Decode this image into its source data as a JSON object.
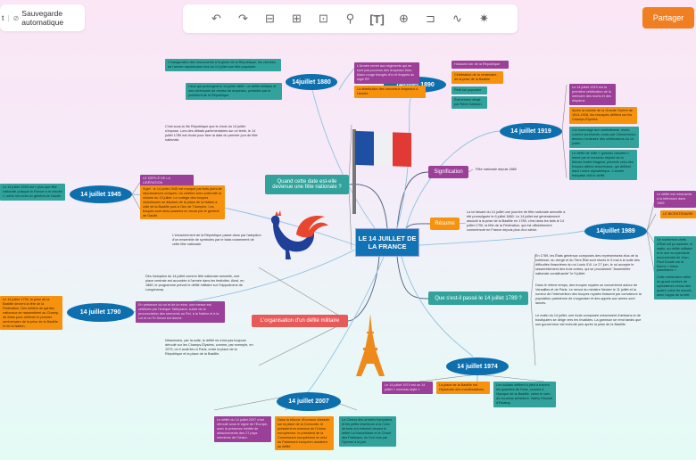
{
  "toolbar": {
    "title_fragment": "t",
    "autosave": "Sauvegarde automatique",
    "share": "Partager"
  },
  "center": "LE 14 JUILLET DE LA FRANCE",
  "topics": {
    "quand": "Quand cette date est-elle devenue une fête nationale ?",
    "signification": "Signification",
    "resume": "Résumé",
    "que": "Que s'est-il passé le 14 juillet 1789 ?",
    "defile": "L'organisation d'un défilé militaire"
  },
  "dates": {
    "d1880": "14juillet 1880",
    "d1890": "14juillet 1890",
    "d1919": "14 juillet 1919",
    "d1945": "14 juillet 1945",
    "d1989": "14juillet 1989",
    "d1790": "14 juillet 1790",
    "d1974": "14 juillet 1974",
    "d2007": "14 juillet 2007"
  },
  "texts": {
    "signif": "Fête nationale depuis 1880",
    "resume": "La loi faisant du 14 juillet une journée de fête nationale annuelle a été promulguée le 6 juillet 1880. Le 14 juillet est généralement associé à la prise de la Bastille en 1789, c'est dans les faits le 14 juillet 1790, la fête de la Fédération, qui est officiellement commémoré en France depuis plus d'un siècle.",
    "que1": "En 1789, les États généraux composés des représentants élus de la noblesse, du clergé et du Tiers État sont réunis le 5 mai à la suite des difficultés financières du roi Louis XVI. Le 27 juin, le roi accepte le rassemblement des trois ordres, qui se proclament \"Assemblée nationale constituante\" le 9 juillet.",
    "que2": "Dans le même temps, des troupes royales se concentrent autour de Versailles et de Paris. Le renvoi du ministre Necker le 11 juillet et la rumeur de l'intervention des troupes royales finissent par convaincre la population parisienne de s'organiser et des appels aux armes sont lancés.",
    "que3": "Le matin du 14 juillet, une foule composée notamment d'artisans et de boutiquiers se dirige vers les Invalides. La garnison se rend tandis que son gouverneur est exécuté peu après la prise de la Bastille.",
    "quand1": "C'est sous la IIIe République que le choix du 14 juillet s'impose. Lors des débats parlementaires sur ce texte, le 14 juillet 1789 est choisi pour fixer la date du premier jour de fête nationale.",
    "quand2": "L'enracinement de la République passe alors par l'adoption d'un ensemble de symboles par le biais notamment de cette fête nationale.",
    "defile1": "Dès l'adoption du 14 juillet comme fête nationale annuelle, une place centrale est accordée à l'armée dans les festivités. Ainsi, en 1880, le programme prévoit le défilé militaire sur l'hippodrome de Longchamp.",
    "defile2": "Néanmoins, par la suite, le défilé ne s'est pas toujours déroulé sur les Champs-Élysées, comme, par exemple, en 1979, où il avait lieu à Paris, entre la place de la République et la place de la Bastille.",
    "b1880a": "L'inauguration des monuments à la gloire de la République, les victoires de l'armée républicaine font du 14 juillet une fête populaire.",
    "b1880b": "Ceux qui prolongent le 14 juillet 1880 : un défilé militaire et une cérémonie de remise de drapeaux, présidée par le président de la République.",
    "b1890a": "L'Armée remet aux régiments qui ne sont pas pourvus des drapeaux bleu-blanc-rouge frangés d'or et frappés du sigle RF.",
    "b1890b": "La distribution des nouveaux drapeaux à l'armée.",
    "b1890c": "Hussard noir de la République",
    "b1890d": "Célébration de la centenaire de la prise de la Bastille",
    "b1890e": "Petit bal populaire",
    "b1890f": "Événement dirigé par Rémi Gaïsson",
    "b1919a": "Le 14 juillet 1919 est la première célébration de la mémoire des morts et des disparus",
    "b1919b": "Après la victoire de la Grande Guerre de 1914-1918, les rescapés défilent sur les Champs-Élysées",
    "b1919c": "Cet hommage aux combattants, morts comme survivants, voulu par Clemenceau, devenu l'ordinaire des célébrations du 14 juillet.",
    "b1919d": "Le défilé de mille « gueules cassées », mené par le nouveau député de la Meuse André Maginot, précède celui des troupes alliées victorieuses, qui défilent dans l'ordre alphabétique. L'armée française clôt le défilé.",
    "b1945a": "Le 14 juillet 1945 est « plus que fête nationale puisque la France a la victoire », selon les mots du général de Gaulle.",
    "b1945b": "LE DÉFILÉ DE LA LIBÉRATION",
    "b1945c": "Sujet : le 14 juillet 1945 est marqué par trois jours de réjouissances civiques. Un célèbre avec solennité la victoire du 13 juillet. Le cortège des troupes victorieuses se déplace de la place de la Nation à côté de la Bastille puis à l'Arc de Triomphe. Les troupes sont alors passées en revue par le général de Gaulle.",
    "b1790a": "Le 14 juillet 1790, la prise de la Bastille devient la fête de la Fédération. Des milliers de gardes nationaux se rassemblent au Champ-de-Mars pour célébrer le premier anniversaire de la prise de la Bastille et de la Nation.",
    "b1790b": "En présence du roi et de la reine, une messe est célébrée par l'évêque Talleyrand, suivie de la prononciation des serments au Roi, à la Nation et à la Loi et un Te Deum est donné.",
    "b1989a": "Le défilé est retransmis à la télévision dans 1989",
    "b1989b": "LE BICENTENAIRE",
    "b1989c": "De nombreux chefs d'État ont pu assister, le matin, au défilé militaire et le soir au spectacle monumental de Jean-Paul Goude sur le thème « tribus planétaires ».",
    "b1989d": "Cette célébration attire un grand nombre de spectateurs venus des quatre coins du monde, avec l'appui de la télé.",
    "b1974a": "Le 14 juillet 1974 est un 14 juillet « nouveau style »",
    "b1974b": "La place de la Bastille est l'épicentre des manifestations.",
    "b1974c": "Les soldats défilent à pied à travers les quartiers de Paris, comme à l'époque de la Bastille, selon le vœu du nouveau président, Valéry Giscard d'Estaing.",
    "b2007a": "Le défilé du 14 juillet 2007 s'est déroulé sous le signe de l'Europe, avec la présence inédite de détachements des 27 pays membres de l'Union.",
    "b2007b": "Dans la tribune d'honneur dressée sur la place de la Concorde, le président en exercice de l'Union européenne, le président de la Commission européenne et celui du Parlement européen assistent au défilé.",
    "b2007c": "Le Chœur des armées françaises et les petits chanteurs à la Croix de bois ont entonné devant le défilé La Marseillaise et le Chant des Partisans. Ils l'ont clos par l'hymne à la joie."
  },
  "colors": {
    "accent": "#f07f22",
    "node": "#0e6fae",
    "purple": "#9b3f98",
    "orange": "#f7920f",
    "teal": "#31a39c",
    "red": "#e85a5a"
  }
}
